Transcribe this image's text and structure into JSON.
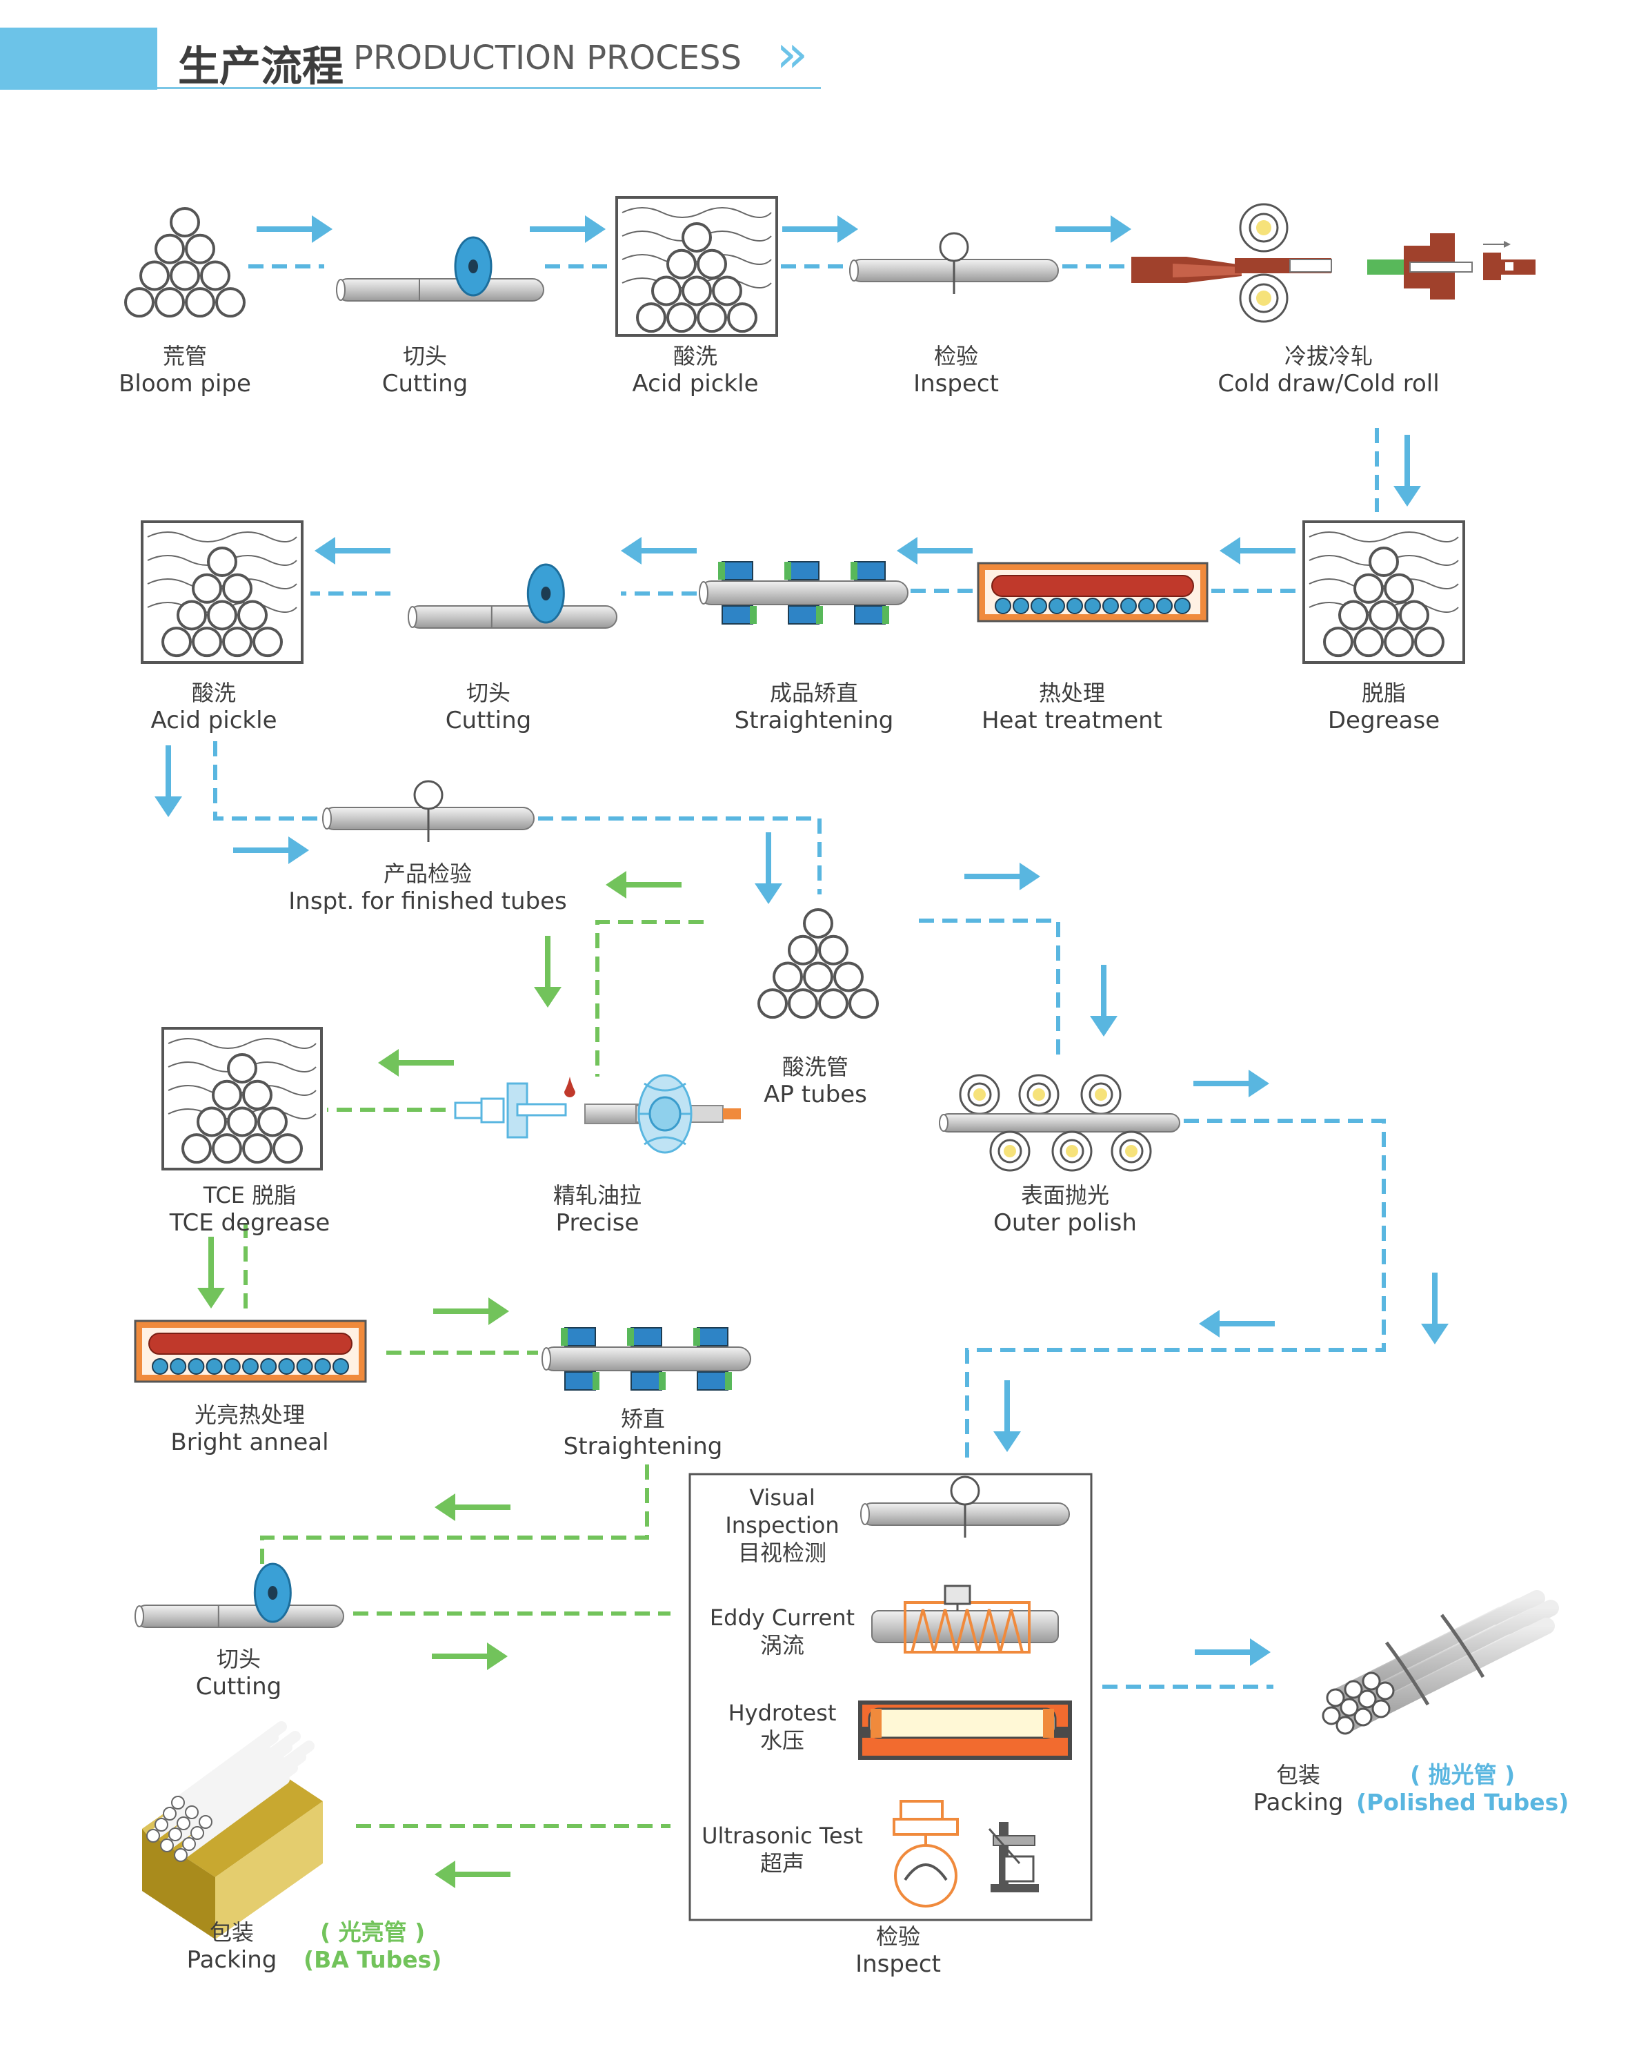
{
  "header": {
    "title_cn": "生产流程",
    "title_en": "PRODUCTION PROCESS",
    "chevron_icon": "double-chevron-right-icon"
  },
  "colors": {
    "blue_flow": "#59b6e0",
    "green_flow": "#72c35b",
    "header_accent": "#6cc3e8",
    "orange": "#f08a3c",
    "red_tube": "#c0392b"
  },
  "steps": {
    "bloom_pipe": {
      "cn": "荒管",
      "en": "Bloom pipe"
    },
    "cutting_1": {
      "cn": "切头",
      "en": "Cutting"
    },
    "acid_pickle_1": {
      "cn": "酸洗",
      "en": "Acid pickle"
    },
    "inspect_1": {
      "cn": "检验",
      "en": "Inspect"
    },
    "cold_draw": {
      "cn": "冷拔冷轧",
      "en": "Cold draw/Cold roll"
    },
    "degrease": {
      "cn": "脱脂",
      "en": "Degrease"
    },
    "heat_treatment": {
      "cn": "热处理",
      "en": "Heat treatment"
    },
    "straightening_1": {
      "cn": "成品矫直",
      "en": "Straightening"
    },
    "cutting_2": {
      "cn": "切头",
      "en": "Cutting"
    },
    "acid_pickle_2": {
      "cn": "酸洗",
      "en": "Acid pickle"
    },
    "final_inspect": {
      "cn": "产品检验",
      "en": "Inspt. for finished tubes"
    },
    "ap_tubes": {
      "cn": "酸洗管",
      "en": "AP tubes"
    },
    "precise": {
      "cn": "精轧油拉",
      "en": "Precise"
    },
    "tce_degrease": {
      "cn": "TCE 脱脂",
      "en": "TCE degrease"
    },
    "outer_polish": {
      "cn": "表面抛光",
      "en": "Outer polish"
    },
    "bright_anneal": {
      "cn": "光亮热处理",
      "en": "Bright anneal"
    },
    "straightening_2": {
      "cn": "矫直",
      "en": "Straightening"
    },
    "cutting_3": {
      "cn": "切头",
      "en": "Cutting"
    },
    "inspect_box": {
      "cn": "检验",
      "en": "Inspect"
    },
    "packing_ba": {
      "cn": "包装",
      "en": "Packing"
    },
    "packing_polished": {
      "cn": "包装",
      "en": "Packing"
    }
  },
  "tests": {
    "visual": {
      "en_1": "Visual",
      "en_2": "Inspection",
      "cn": "目视检测"
    },
    "eddy": {
      "en": "Eddy Current",
      "cn": "涡流"
    },
    "hydro": {
      "en": "Hydrotest",
      "cn": "水压"
    },
    "ultrasonic": {
      "en": "Ultrasonic Test",
      "cn": "超声"
    }
  },
  "tags": {
    "ba": {
      "cn": "( 光亮管 )",
      "en": "(BA Tubes)"
    },
    "polished": {
      "cn": "( 抛光管 )",
      "en": "(Polished Tubes)"
    }
  }
}
